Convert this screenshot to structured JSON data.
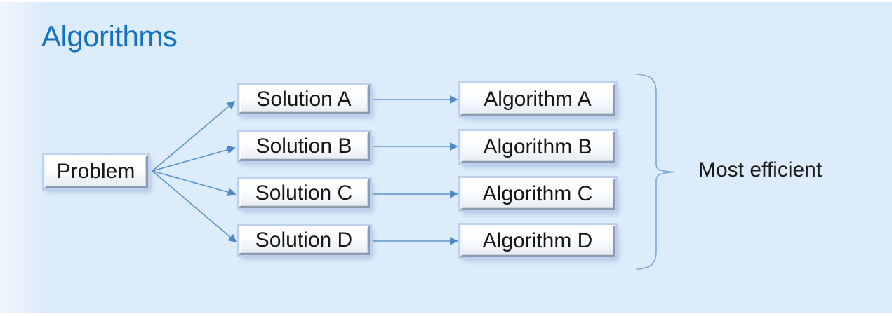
{
  "title": "Algorithms",
  "problem": {
    "label": "Problem"
  },
  "solutions": [
    {
      "label": "Solution A"
    },
    {
      "label": "Solution B"
    },
    {
      "label": "Solution C"
    },
    {
      "label": "Solution D"
    }
  ],
  "algorithms": [
    {
      "label": "Algorithm A"
    },
    {
      "label": "Algorithm B"
    },
    {
      "label": "Algorithm C"
    },
    {
      "label": "Algorithm D"
    }
  ],
  "annotation": {
    "label": "Most efficient"
  },
  "edges": [
    {
      "from": "Problem",
      "to": "Solution A"
    },
    {
      "from": "Problem",
      "to": "Solution B"
    },
    {
      "from": "Problem",
      "to": "Solution C"
    },
    {
      "from": "Problem",
      "to": "Solution D"
    },
    {
      "from": "Solution A",
      "to": "Algorithm A"
    },
    {
      "from": "Solution B",
      "to": "Algorithm B"
    },
    {
      "from": "Solution C",
      "to": "Algorithm C"
    },
    {
      "from": "Solution D",
      "to": "Algorithm D"
    }
  ],
  "brace": {
    "groups": [
      "Algorithm A",
      "Algorithm B",
      "Algorithm C",
      "Algorithm D"
    ],
    "points_to": "Most efficient"
  },
  "colors": {
    "background": "#ddecfa",
    "title_text": "#1371c3",
    "node_text": "#161616",
    "arrow": "#5b93c7",
    "arrowhead": "#4d89c4",
    "brace": "#7fa6d6"
  }
}
